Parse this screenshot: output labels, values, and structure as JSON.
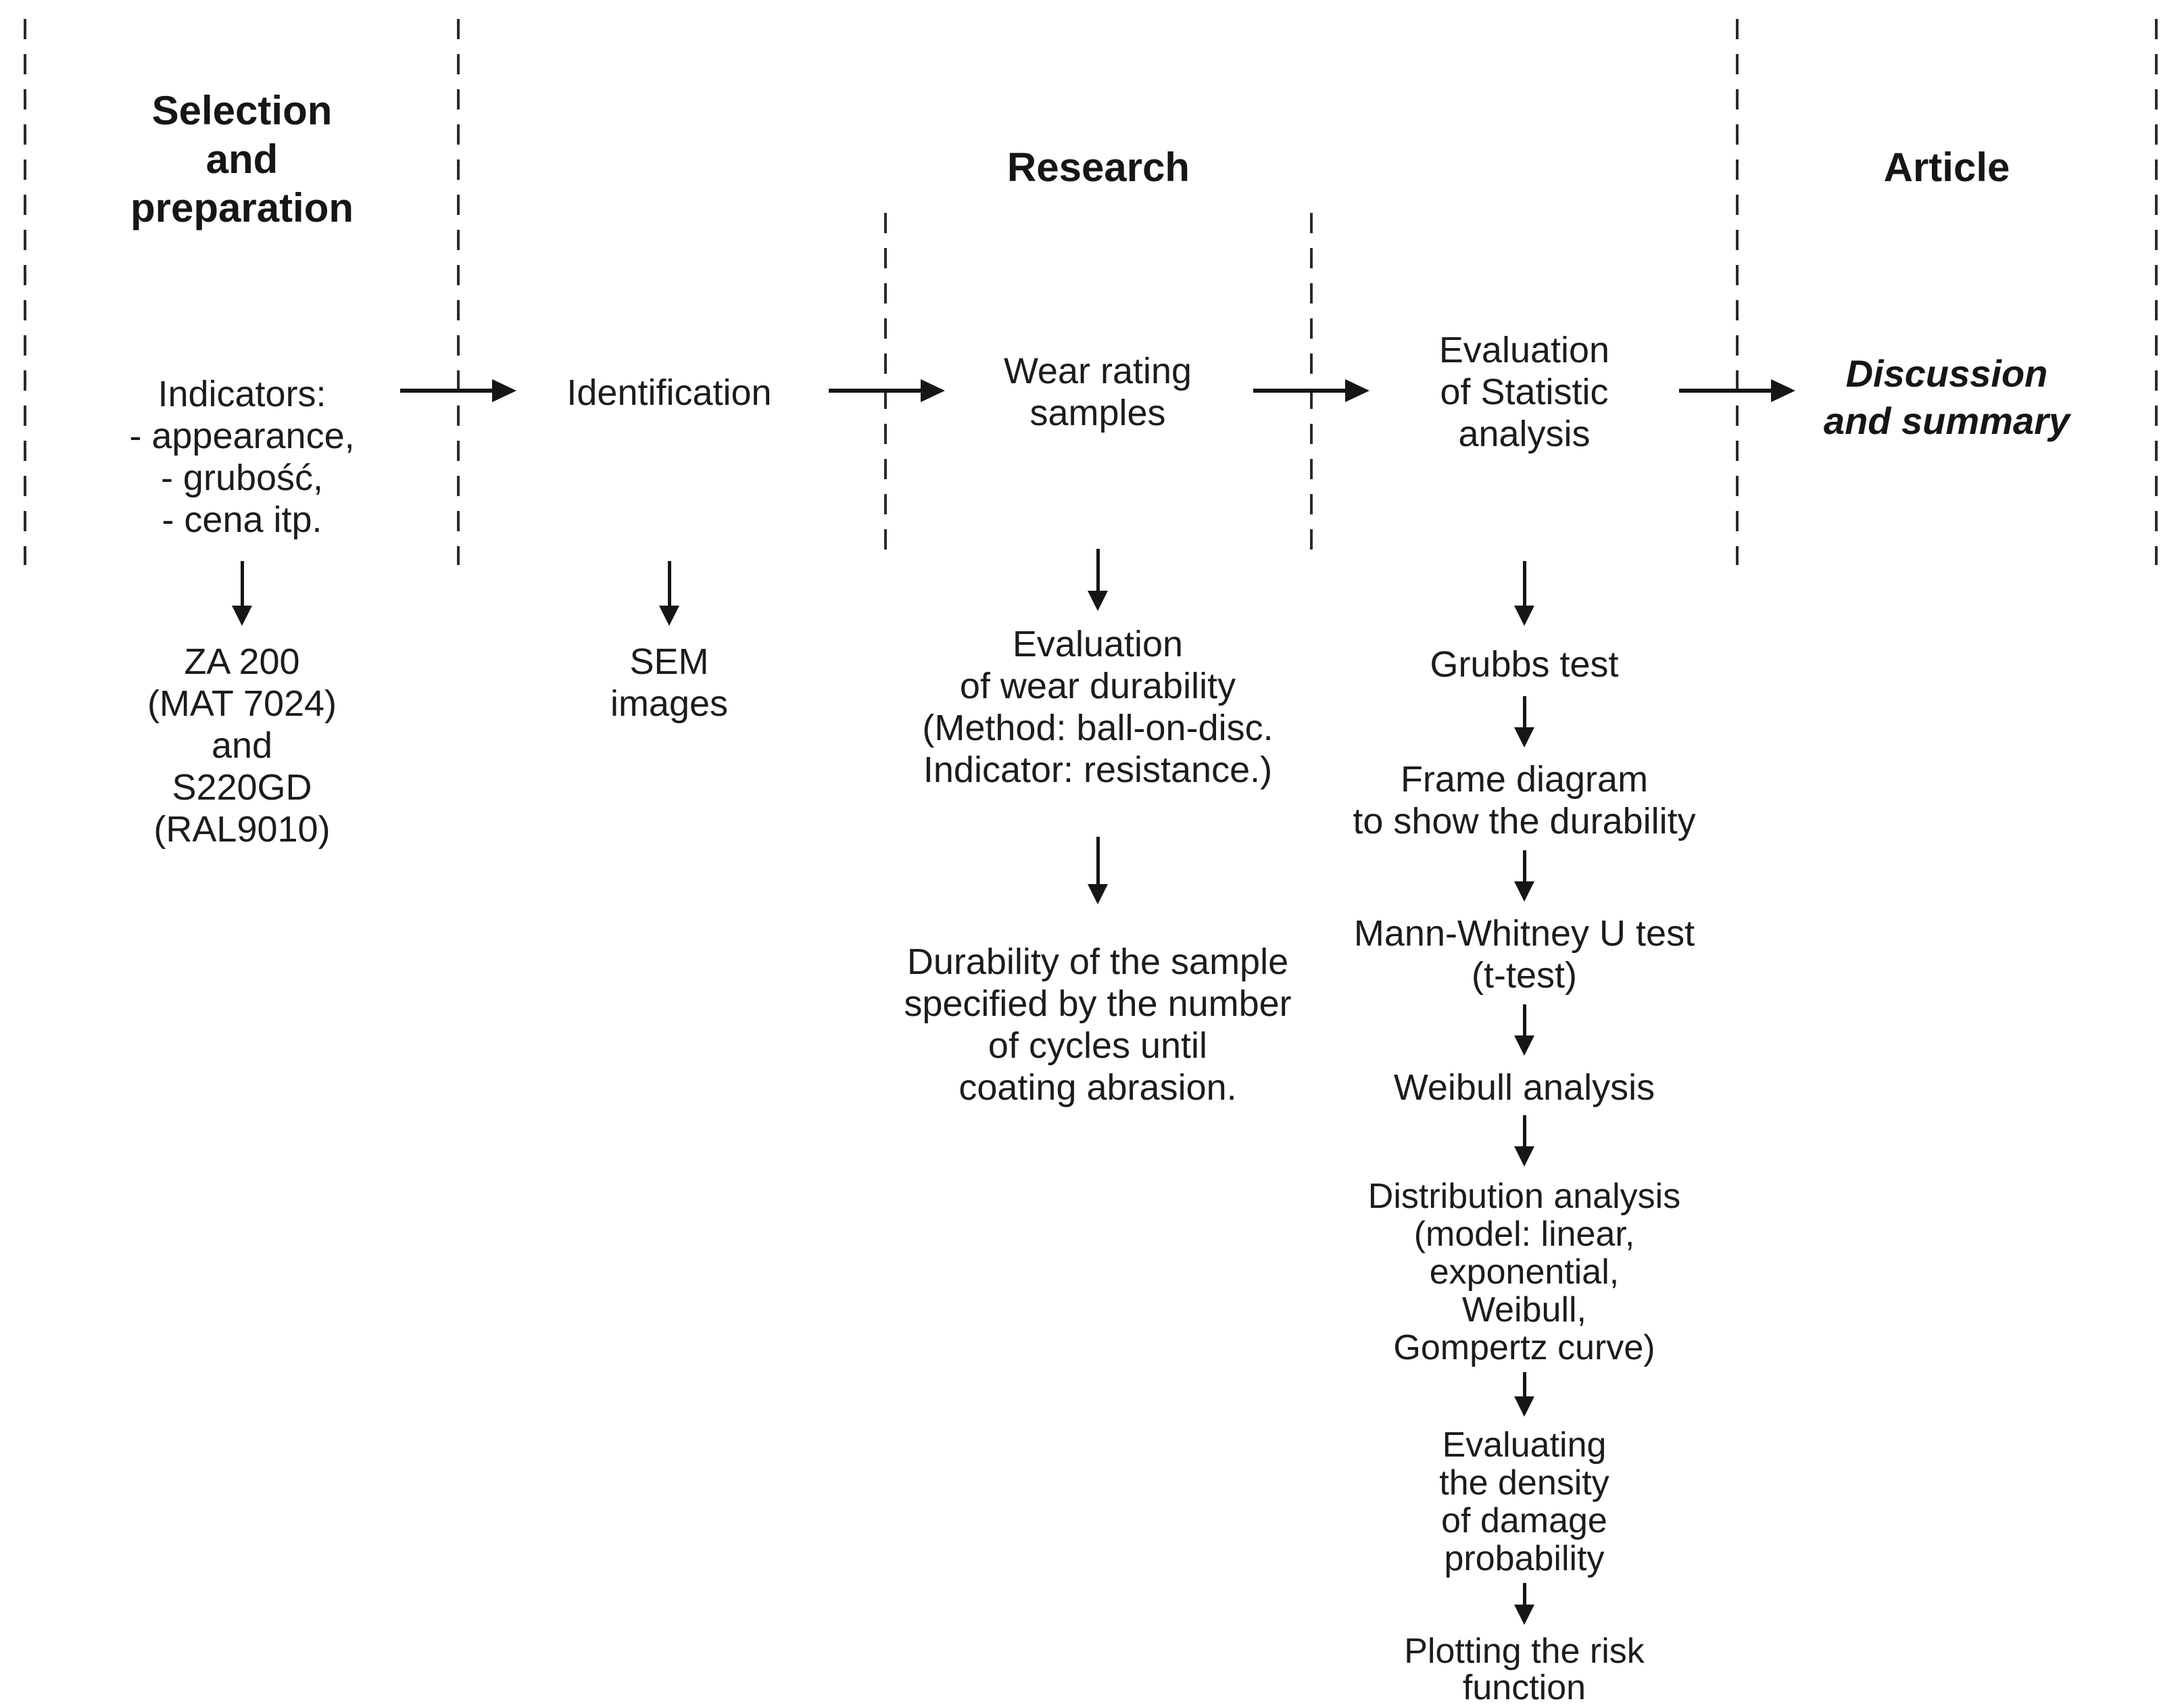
{
  "diagram": {
    "title": "Research methodology flowchart",
    "colors": {
      "text": "#1c1c1c",
      "line": "#161616",
      "background": "#ffffff"
    },
    "phases": [
      {
        "name": "selection",
        "header": "Selection\nand\npreparation"
      },
      {
        "name": "research",
        "header": "Research"
      },
      {
        "name": "article",
        "header": "Article"
      }
    ],
    "columns": [
      {
        "name": "indicators",
        "main": "Indicators:\n- appearance,\n- grubość,\n- cena itp.",
        "sub": [
          "ZA 200\n(MAT 7024)\nand\nS220GD\n(RAL9010)"
        ]
      },
      {
        "name": "identification",
        "main": "Identification",
        "sub": [
          "SEM\nimages"
        ]
      },
      {
        "name": "wear-rating",
        "main": "Wear rating\nsamples",
        "sub": [
          "Evaluation\nof wear durability\n(Method: ball-on-disc.\nIndicator: resistance.)",
          "Durability of the sample\nspecified by the number\nof cycles until\ncoating abrasion."
        ]
      },
      {
        "name": "statistic-analysis",
        "main": "Evaluation\nof Statistic\nanalysis",
        "sub": [
          "Grubbs test",
          "Frame diagram\nto show the durability",
          "Mann-Whitney U test\n(t-test)",
          "Weibull analysis",
          "Distribution analysis\n(model: linear,\nexponential,\nWeibull,\nGompertz curve)",
          "Evaluating\nthe density\nof damage\nprobability",
          "Plotting the risk\nfunction"
        ]
      },
      {
        "name": "discussion",
        "main": "Discussion\nand summary",
        "sub": []
      }
    ]
  }
}
